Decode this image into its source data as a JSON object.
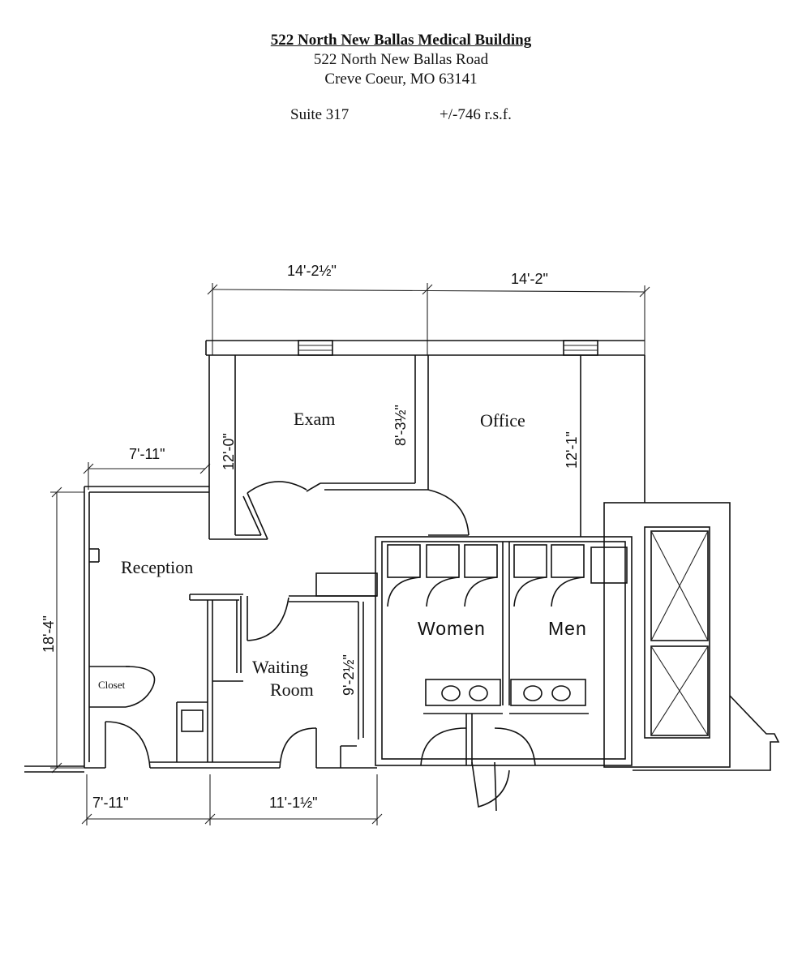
{
  "header": {
    "title": "522 North New Ballas Medical Building",
    "address_line1": "522 North New Ballas Road",
    "address_line2": "Creve Coeur, MO  63141",
    "suite": "Suite 317",
    "area": "+/-746 r.s.f."
  },
  "rooms": {
    "exam": "Exam",
    "office": "Office",
    "reception": "Reception",
    "waiting_line1": "Waiting",
    "waiting_line2": "Room",
    "closet": "Closet",
    "women": "Women",
    "men": "Men"
  },
  "dimensions": {
    "top_left": "14'-2½\"",
    "top_right": "14'-2\"",
    "exam_depth": "12'-0\"",
    "exam_inner": "8'-3½\"",
    "office_depth": "12'-1\"",
    "reception_top": "7'-11\"",
    "reception_height": "18'-4\"",
    "waiting_depth": "9'-2½\"",
    "bottom_left": "7'-11\"",
    "bottom_mid": "11'-1½\""
  }
}
